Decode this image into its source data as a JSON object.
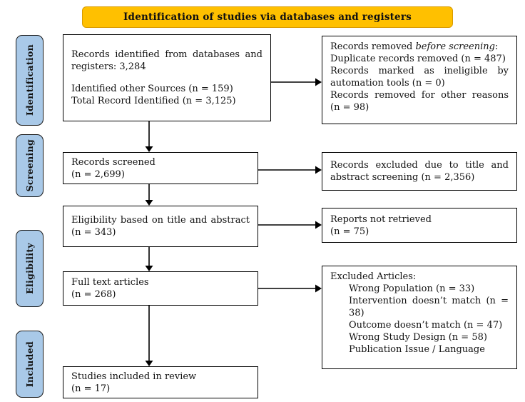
{
  "banner": {
    "title": "Identification of studies via databases and registers"
  },
  "sidebar": {
    "items": [
      {
        "label": "Identification"
      },
      {
        "label": "Screening"
      },
      {
        "label": "Eligibility"
      },
      {
        "label": "Included"
      }
    ]
  },
  "main_boxes": {
    "identified": {
      "para1": "Records identified from databases and registers: 3,284",
      "line2": "Identified other Sources (n = 159)",
      "line3": "Total Record Identified (n = 3,125)"
    },
    "screened": {
      "line1": "Records screened",
      "line2": "(n = 2,699)"
    },
    "eligibility": {
      "para1": "Eligibility based on title and abstract (n = 343)"
    },
    "fulltext": {
      "line1": "Full text articles",
      "line2": "(n = 268)"
    },
    "included": {
      "line1": "Studies included in review",
      "line2": "(n = 17)"
    }
  },
  "right_boxes": {
    "removed": {
      "title_prefix": "Records removed ",
      "title_italic": "before screening",
      "title_suffix": ":",
      "items": [
        "Duplicate records removed (n = 487)",
        "Records marked as ineligible by automation tools (n = 0)",
        "Records removed for other reasons (n = 98)"
      ]
    },
    "excluded_screening": {
      "para1": "Records excluded due to title and abstract screening (n = 2,356)"
    },
    "not_retrieved": {
      "line1": "Reports not retrieved",
      "line2": "(n = 75)"
    },
    "excluded_articles": {
      "title": "Excluded Articles:",
      "items": [
        "Wrong Population (n = 33)",
        "Intervention doesn’t match (n = 38)",
        "Outcome doesn’t match (n = 47)",
        "Wrong Study Design (n = 58)",
        "Publication Issue / Language"
      ]
    }
  },
  "colors": {
    "banner_bg": "#FFC000",
    "banner_border": "#D99B00",
    "stage_bg": "#A9C9E8",
    "box_border": "#000000",
    "arrow": "#000000"
  }
}
